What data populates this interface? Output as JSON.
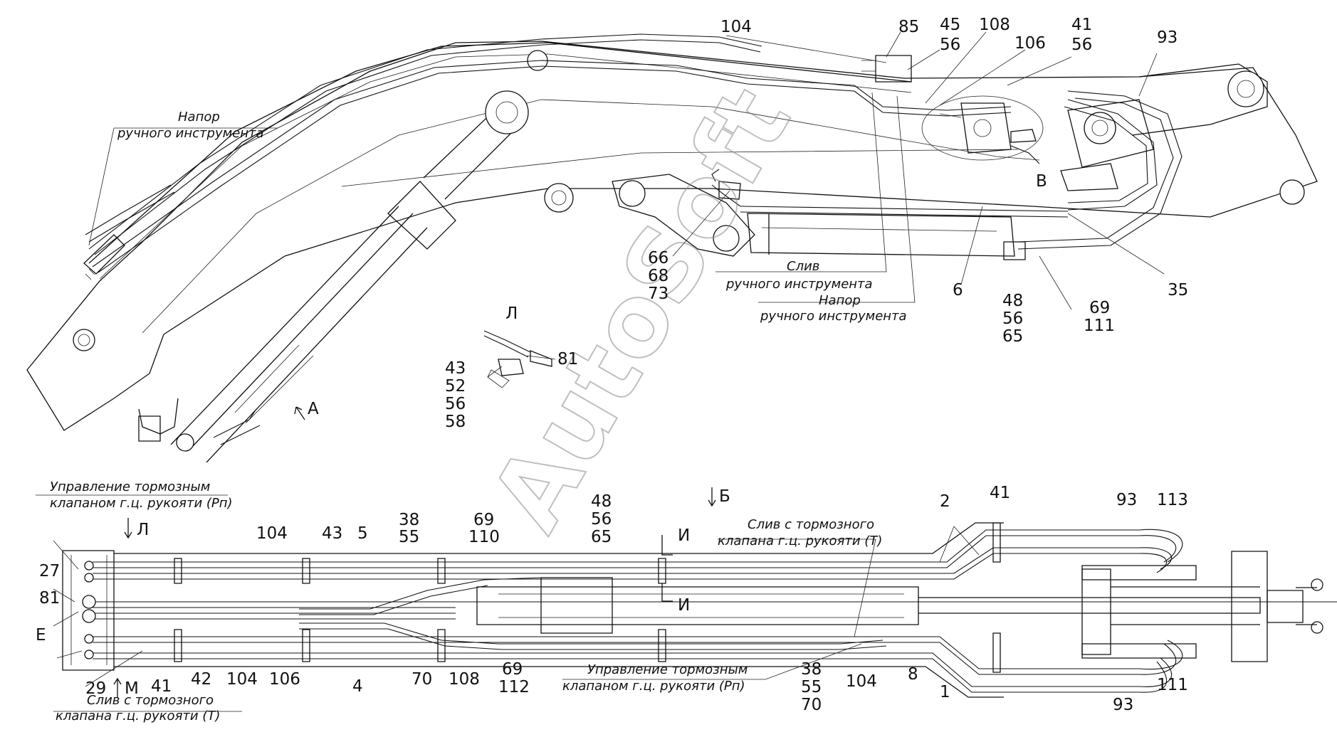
{
  "watermark": "AutoSoft",
  "top_view": {
    "captions": {
      "napor_left_1": "Напор",
      "napor_left_2": "ручного инструмента",
      "sliv_1": "Слив",
      "sliv_2": "ручного инструмента",
      "napor_right_1": "Напор",
      "napor_right_2": "ручного инструмента"
    },
    "view_marks": {
      "A": "А",
      "B": "В",
      "L": "Л"
    },
    "labels": {
      "p104": "104",
      "p85": "85",
      "p45": "45",
      "p56a": "56",
      "p108": "108",
      "p106": "106",
      "p41": "41",
      "p56b": "56",
      "p93": "93",
      "p66": "66",
      "p68": "68",
      "p73": "73",
      "p6": "6",
      "p48": "48",
      "p56c": "56",
      "p65": "65",
      "p69": "69",
      "p111": "111",
      "p35": "35",
      "p81": "81",
      "p43": "43",
      "p52": "52",
      "p56d": "56",
      "p58": "58"
    }
  },
  "bottom_view": {
    "captions": {
      "upr_top_1": "Управление тормозным",
      "upr_top_2": "клапаном г.ц. рукояти (Рп)",
      "sliv_top_1": "Слив с тормозного",
      "sliv_top_2": "клапана г.ц. рукояти (Т)",
      "upr_bot_1": "Управление тормозным",
      "upr_bot_2": "клапаном г.ц. рукояти (Рп)",
      "sliv_bot_1": "Слив с тормозного",
      "sliv_bot_2": "клапана г.ц. рукояти (Т)"
    },
    "view_marks": {
      "B": "Б",
      "L": "Л",
      "M": "М",
      "E": "Е",
      "I1": "И",
      "I2": "И"
    },
    "labels": {
      "p104a": "104",
      "p43": "43",
      "p5": "5",
      "p38a": "38",
      "p55a": "55",
      "p69a": "69",
      "p110": "110",
      "p48": "48",
      "p56": "56",
      "p65": "65",
      "p2": "2",
      "p41a": "41",
      "p93a": "93",
      "p113": "113",
      "p27": "27",
      "p81": "81",
      "p29": "29",
      "p41b": "41",
      "p42": "42",
      "p104b": "104",
      "p106": "106",
      "p4": "4",
      "p70a": "70",
      "p108": "108",
      "p69b": "69",
      "p112": "112",
      "p38b": "38",
      "p55b": "55",
      "p70b": "70",
      "p104c": "104",
      "p8": "8",
      "p1": "1",
      "p111": "111",
      "p93b": "93"
    }
  }
}
